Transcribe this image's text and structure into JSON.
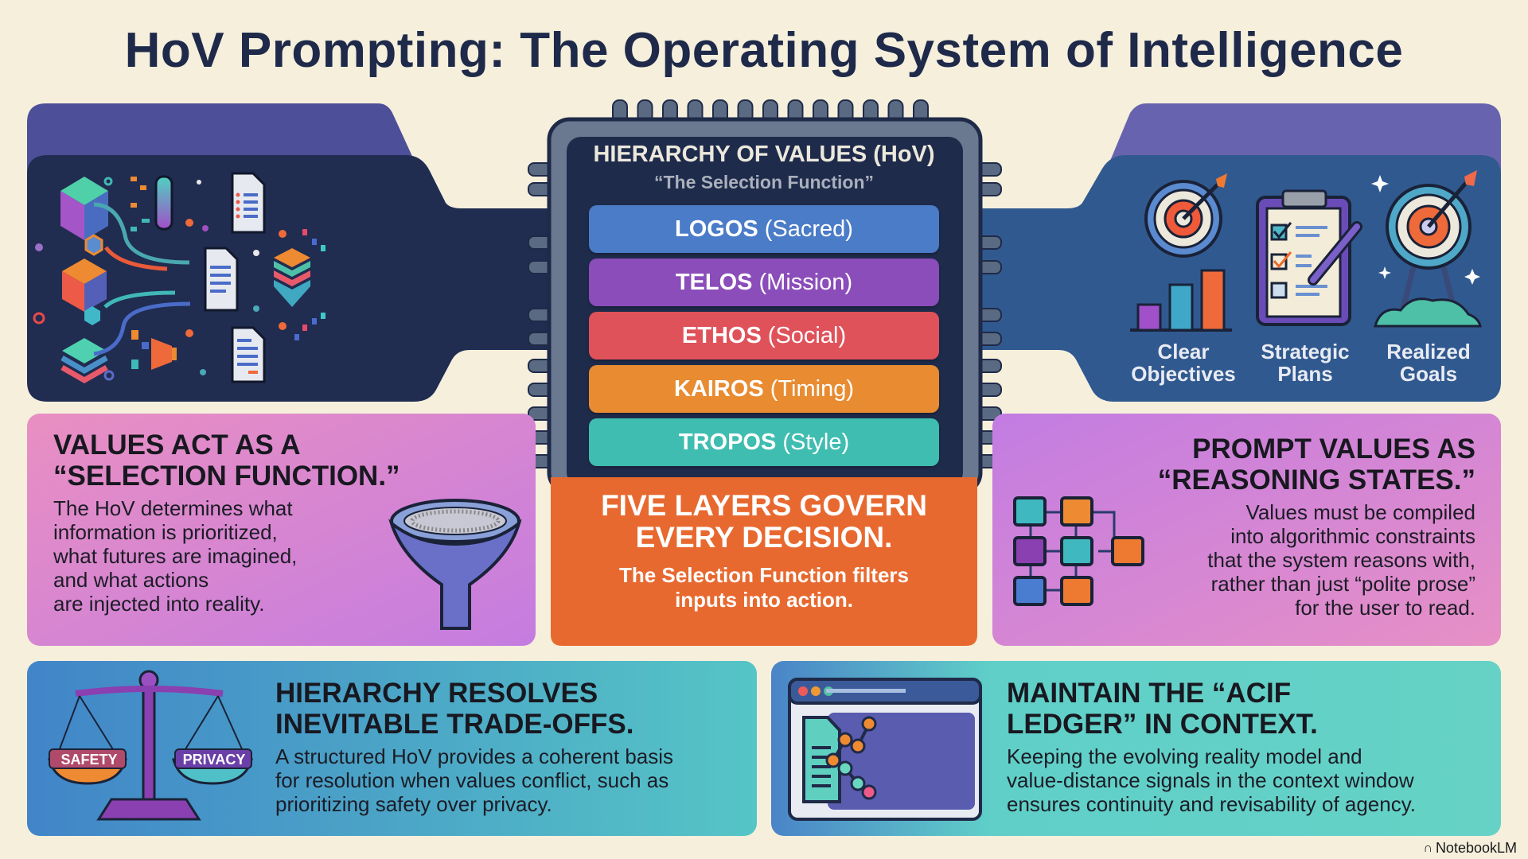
{
  "title": "HoV Prompting: The Operating System of Intelligence",
  "outcomes": {
    "items": [
      {
        "lines": [
          "Clear",
          "Objectives"
        ]
      },
      {
        "lines": [
          "Strategic",
          "Plans"
        ]
      },
      {
        "lines": [
          "Realized",
          "Goals"
        ]
      }
    ]
  },
  "chip": {
    "title": "HIERARCHY OF VALUES (HoV)",
    "subtitle": "“The Selection Function”",
    "layers": [
      {
        "name": "LOGOS",
        "qualifier": "(Sacred)",
        "color": "#4a7cc8"
      },
      {
        "name": "TELOS",
        "qualifier": "(Mission)",
        "color": "#8a4db9"
      },
      {
        "name": "ETHOS",
        "qualifier": "(Social)",
        "color": "#df525a"
      },
      {
        "name": "KAIROS",
        "qualifier": "(Timing)",
        "color": "#e88b31"
      },
      {
        "name": "TROPOS",
        "qualifier": "(Style)",
        "color": "#3fbdb1"
      }
    ]
  },
  "center_card": {
    "heading_lines": [
      "FIVE LAYERS GOVERN",
      "EVERY DECISION."
    ],
    "body_lines": [
      "The Selection Function filters",
      "inputs into action."
    ],
    "color": "#e8692f"
  },
  "cards": {
    "selection": {
      "heading_lines": [
        "VALUES ACT AS A",
        "“SELECTION FUNCTION.”"
      ],
      "body_lines": [
        "The HoV determines what",
        "information is prioritized,",
        "what futures are imagined,",
        "and what actions",
        "are injected into reality."
      ]
    },
    "reasoning": {
      "heading_lines": [
        "PROMPT VALUES AS",
        "“REASONING STATES.”"
      ],
      "body_lines": [
        "Values must be compiled",
        "into algorithmic constraints",
        "that the system reasons with,",
        "rather than just “polite prose”",
        "for the user to read."
      ]
    },
    "tradeoffs": {
      "heading_lines": [
        "HIERARCHY RESOLVES",
        "INEVITABLE TRADE-OFFS."
      ],
      "body_lines": [
        "A structured HoV provides a coherent basis",
        "for resolution when values conflict, such as",
        "prioritizing safety over privacy."
      ],
      "scale_labels": [
        "SAFETY",
        "PRIVACY"
      ]
    },
    "ledger": {
      "heading_lines": [
        "MAINTAIN THE “ACIF",
        "LEDGER” IN CONTEXT."
      ],
      "body_lines": [
        "Keeping the evolving reality model and",
        "value-distance signals in the context window",
        "ensures continuity and revisability of agency."
      ]
    }
  },
  "footer": {
    "brand": "NotebookLM"
  }
}
